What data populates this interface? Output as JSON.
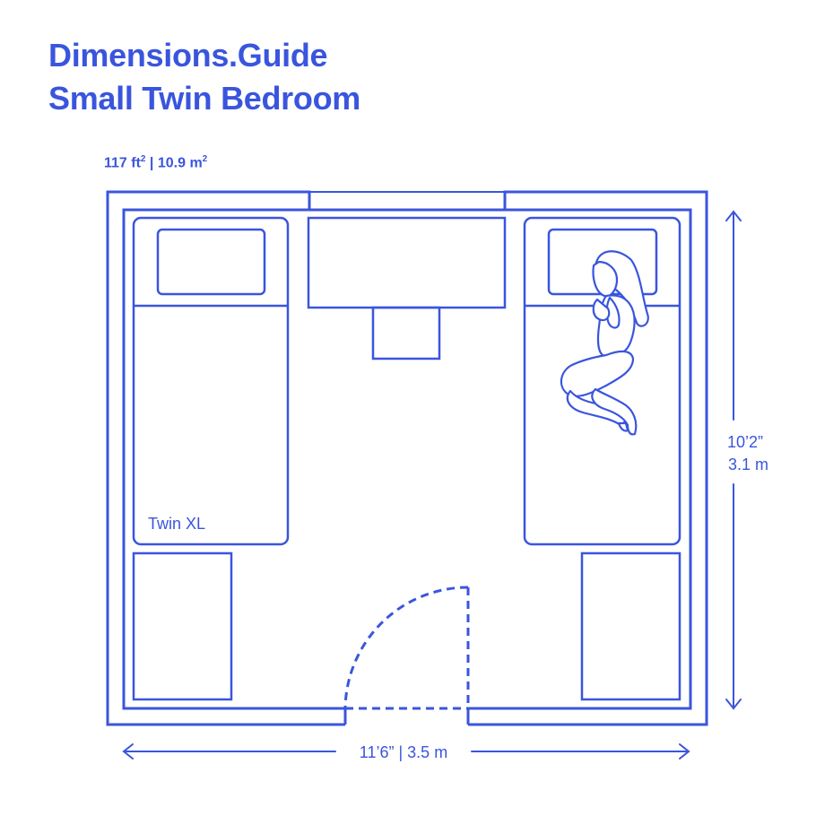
{
  "header": {
    "title_line1": "Dimensions.Guide",
    "title_line2": "Small Twin Bedroom"
  },
  "area": {
    "imperial_number": "117 ft",
    "imperial_exp": "2",
    "separator": " | ",
    "metric_number": "10.9 m",
    "metric_exp": "2"
  },
  "plan": {
    "bed_label": "Twin XL",
    "height_imperial": "10’2”",
    "height_metric": "3.1 m",
    "width_label": "11’6” | 3.5 m"
  },
  "colors": {
    "primary": "#3a55dd",
    "background": "#ffffff"
  }
}
